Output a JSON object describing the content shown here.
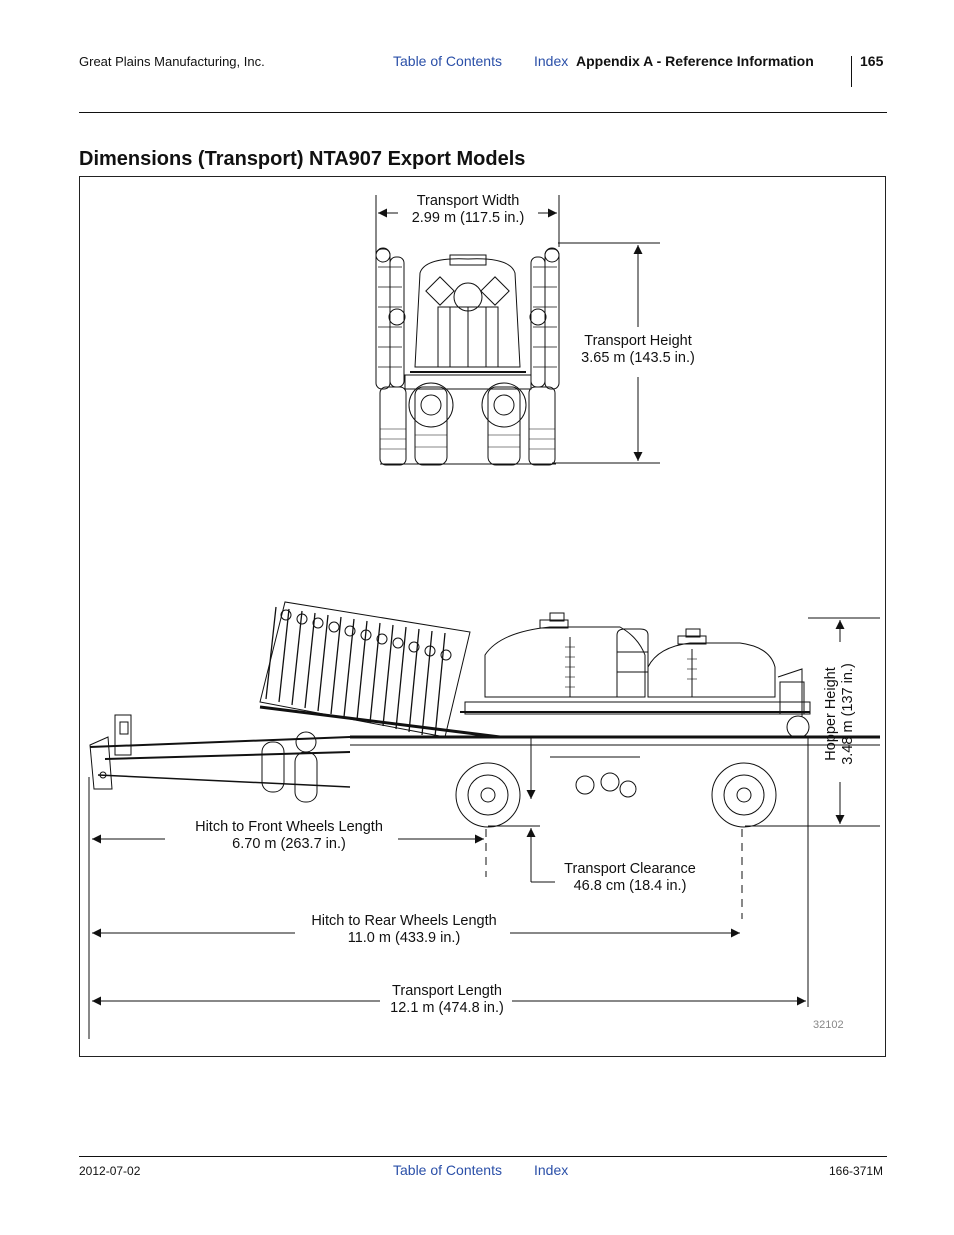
{
  "header": {
    "company": "Great Plains Manufacturing, Inc.",
    "toc_link": "Table of Contents",
    "index_link": "Index",
    "section": "Appendix A - Reference Information",
    "page_number": "165"
  },
  "title": "Dimensions (Transport) NTA907 Export Models",
  "dimensions": {
    "width_label": "Transport Width",
    "width_value": "2.99 m (117.5 in.)",
    "height_label": "Transport Height",
    "height_value": "3.65 m (143.5 in.)",
    "hopper_label": "Hopper Height",
    "hopper_value": "3.48 m (137 in.)",
    "front_label": "Hitch to Front Wheels Length",
    "front_value": "6.70 m (263.7 in.)",
    "clearance_label": "Transport Clearance",
    "clearance_value": "46.8 cm (18.4 in.)",
    "rear_label": "Hitch to Rear Wheels Length",
    "rear_value": "11.0 m (433.9 in.)",
    "length_label": "Transport Length",
    "length_value": "12.1 m (474.8 in.)"
  },
  "figure_number": "32102",
  "footer": {
    "date": "2012-07-02",
    "toc_link": "Table of Contents",
    "index_link": "Index",
    "doc_number": "166-371M"
  }
}
